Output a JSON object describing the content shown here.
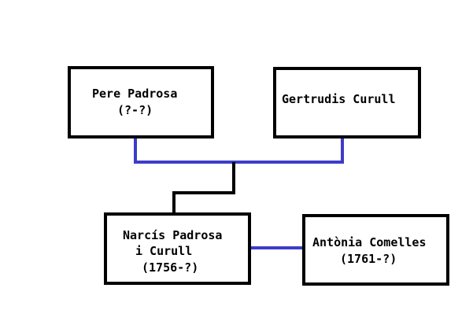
{
  "colors": {
    "box_border": "#000000",
    "parent_link": "#3c3cc8",
    "descent_link": "#000000",
    "marriage_link": "#3c3cc8"
  },
  "people": {
    "father": {
      "name": "Pere Padrosa",
      "dates": "(?-?)"
    },
    "mother": {
      "name": "Gertrudis Curull"
    },
    "child": {
      "name_line1": "Narcís Padrosa",
      "name_line2": "i Curull",
      "dates": "(1756-?)"
    },
    "spouse": {
      "name": "Antònia Comelles",
      "dates": "(1761-?)"
    }
  }
}
